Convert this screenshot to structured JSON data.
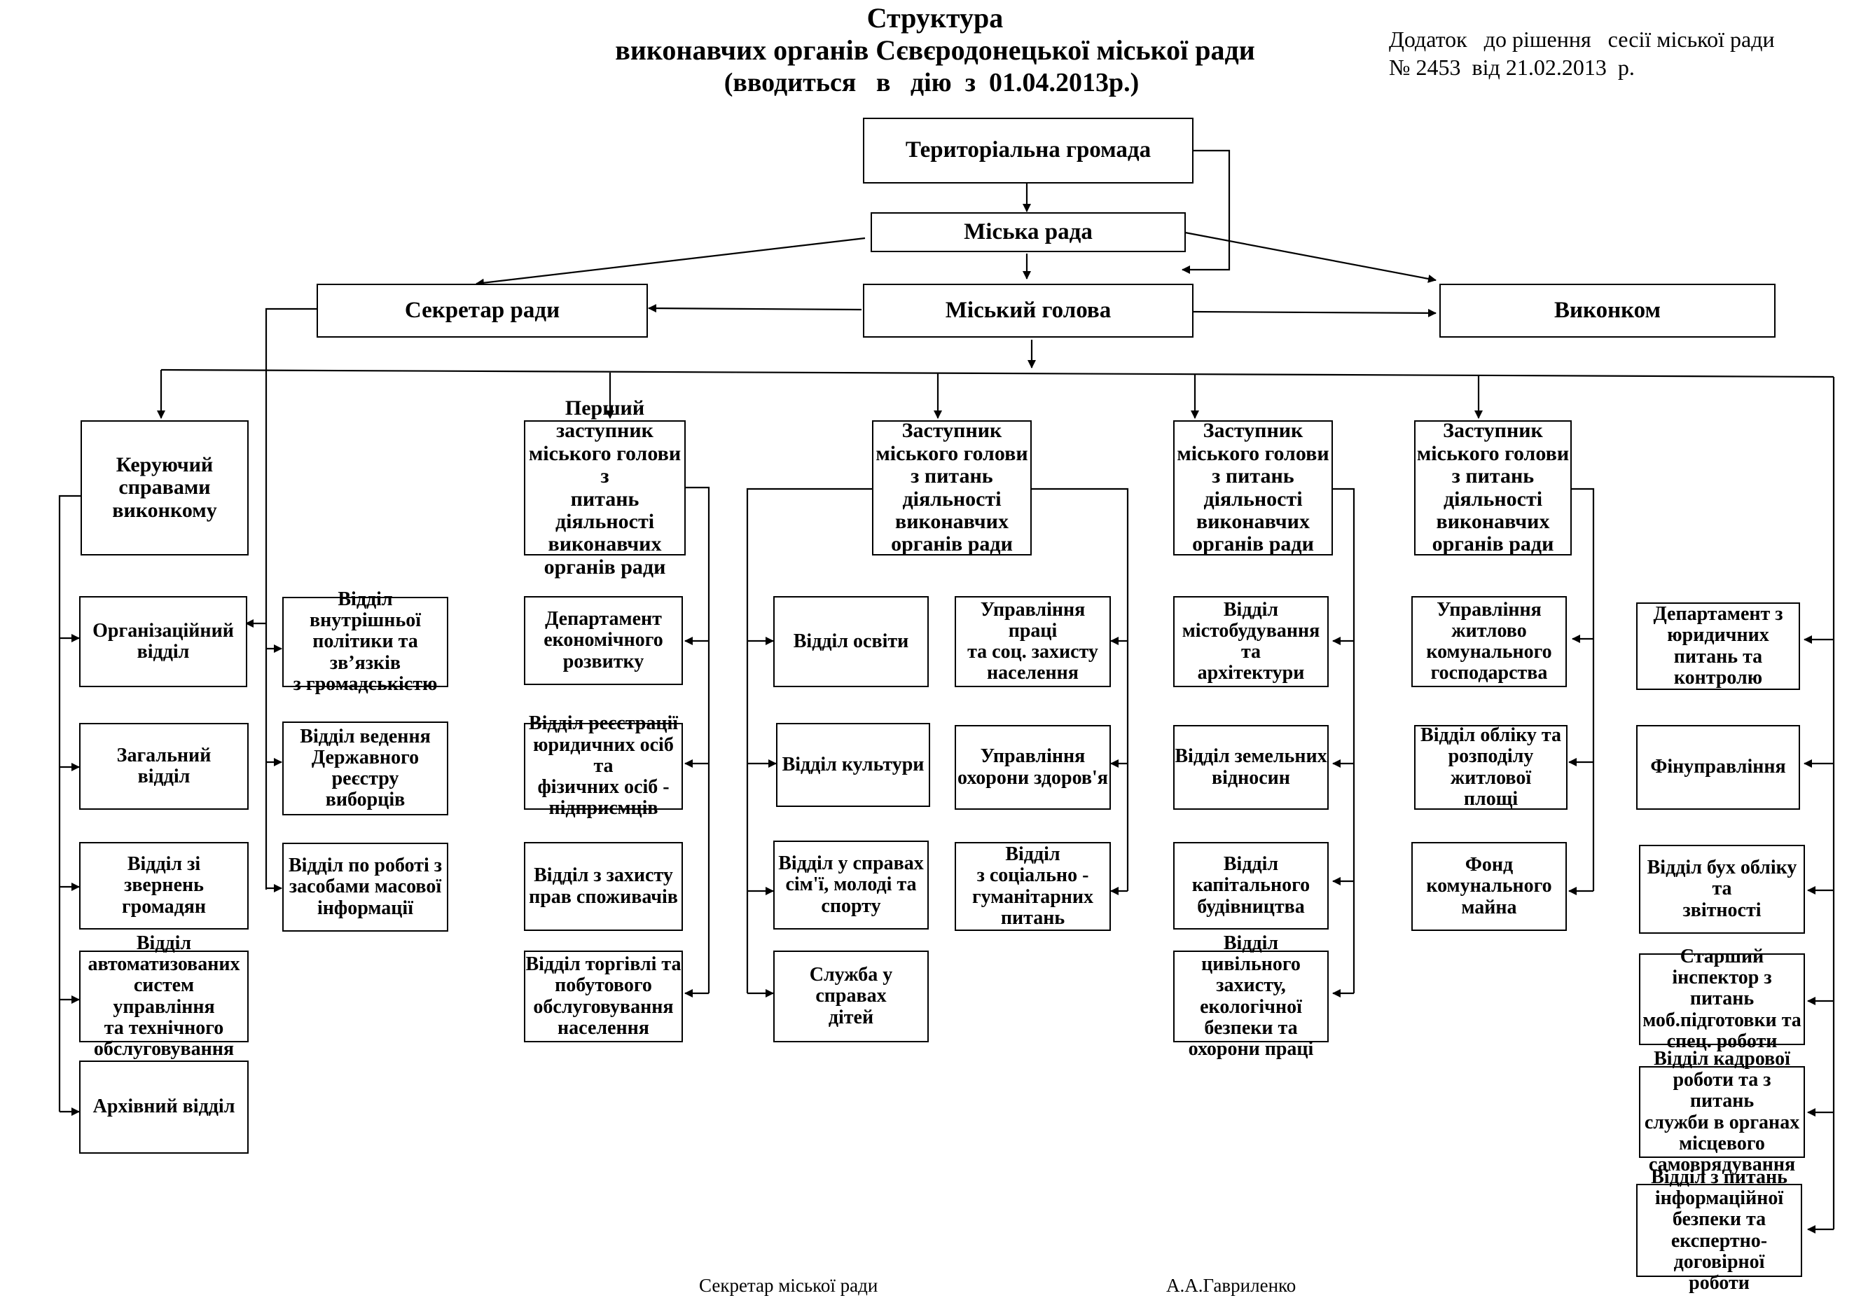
{
  "header": {
    "title_line1": "Структура",
    "title_line2": "виконавчих органів Сєвєродонецької міської ради",
    "title_line3": "(вводиться   в   дію  з  01.04.2013р.)",
    "annex_line1": "Додаток   до рішення   сесії міської ради",
    "annex_line2": "№ 2453  від 21.02.2013  р."
  },
  "nodes": {
    "community": "Територіальна громада",
    "city_council": "Міська рада",
    "council_secretary": "Секретар ради",
    "mayor": "Міський голова",
    "executive_committee": "Виконком",
    "head_of_affairs": "Керуючий\nсправами\nвиконкому",
    "first_deputy": "Перший\nзаступник\nміського голови  з\nпитань діяльності\nвиконавчих\nорганів ради",
    "deputy_a": "Заступник\nміського голови\nз питань\nдіяльності\nвиконавчих\nорганів ради",
    "deputy_b": "Заступник\nміського голови\nз питань\nдіяльності\nвиконавчих\nорганів ради",
    "deputy_c": "Заступник\nміського голови\nз питань\nдіяльності\nвиконавчих\nорганів ради"
  },
  "columns": {
    "head_of_affairs": [
      "Організаційний\nвідділ",
      "Загальний\nвідділ",
      "Відділ зі\nзвернень\nгромадян",
      "Відділ\nавтоматизованих\nсистем управління\nта технічного\nобслуговування",
      "Архівний відділ"
    ],
    "council_secretary": [
      "Відділ внутрішньої\nполітики та зв’язків\nз громадськістю",
      "Відділ ведення\nДержавного реєстру\nвиборців",
      "Відділ по роботі з\nзасобами масової\nінформації"
    ],
    "first_deputy": [
      "Департамент\nекономічного\nрозвитку",
      "Відділ реєстрації\nюридичних осіб та\nфізичних осіб -\nпідприємців",
      "Відділ з захисту\nправ споживачів",
      "Відділ торгівлі та\nпобутового\nобслуговування\nнаселення"
    ],
    "deputy_a_left": [
      "Відділ освіти",
      "Відділ культури",
      "Відділ у справах\nсім'ї, молоді  та\nспорту",
      "Служба у\nсправах\nдітей"
    ],
    "deputy_a_right": [
      "Управління праці\nта соц. захисту\nнаселення",
      "Управління\nохорони здоров'я",
      "Відділ\nз соціально -\nгуманітарних\nпитань"
    ],
    "deputy_b": [
      "Відділ\nмістобудування та\nархітектури",
      "Відділ земельних\nвідносин",
      "Відділ капітального\nбудівництва",
      "Відділ цивільного\nзахисту,\nекологічної\nбезпеки та\nохорони праці"
    ],
    "deputy_c": [
      "Управління\nжитлово\nкомунального\nгосподарства",
      "Відділ обліку та\nрозподілу житлової\nплощі",
      "Фонд\nкомунального\nмайна"
    ],
    "mayor_direct": [
      "Департамент з\nюридичних\nпитань та\nконтролю",
      "Фінуправління",
      "Відділ бух обліку та\nзвітності",
      "Старший інспектор з\nпитань\nмоб.підготовки та\nспец. роботи",
      "Відділ кадрової\nроботи та з питань\nслужби в органах\nмісцевого\nсамоврядування",
      "Відділ з питань\nінформаційної\nбезпеки та\nекспертно-договірної\nроботи"
    ]
  },
  "footer": {
    "signature_title": "Секретар міської ради",
    "signature_name": "А.А.Гавриленко"
  }
}
